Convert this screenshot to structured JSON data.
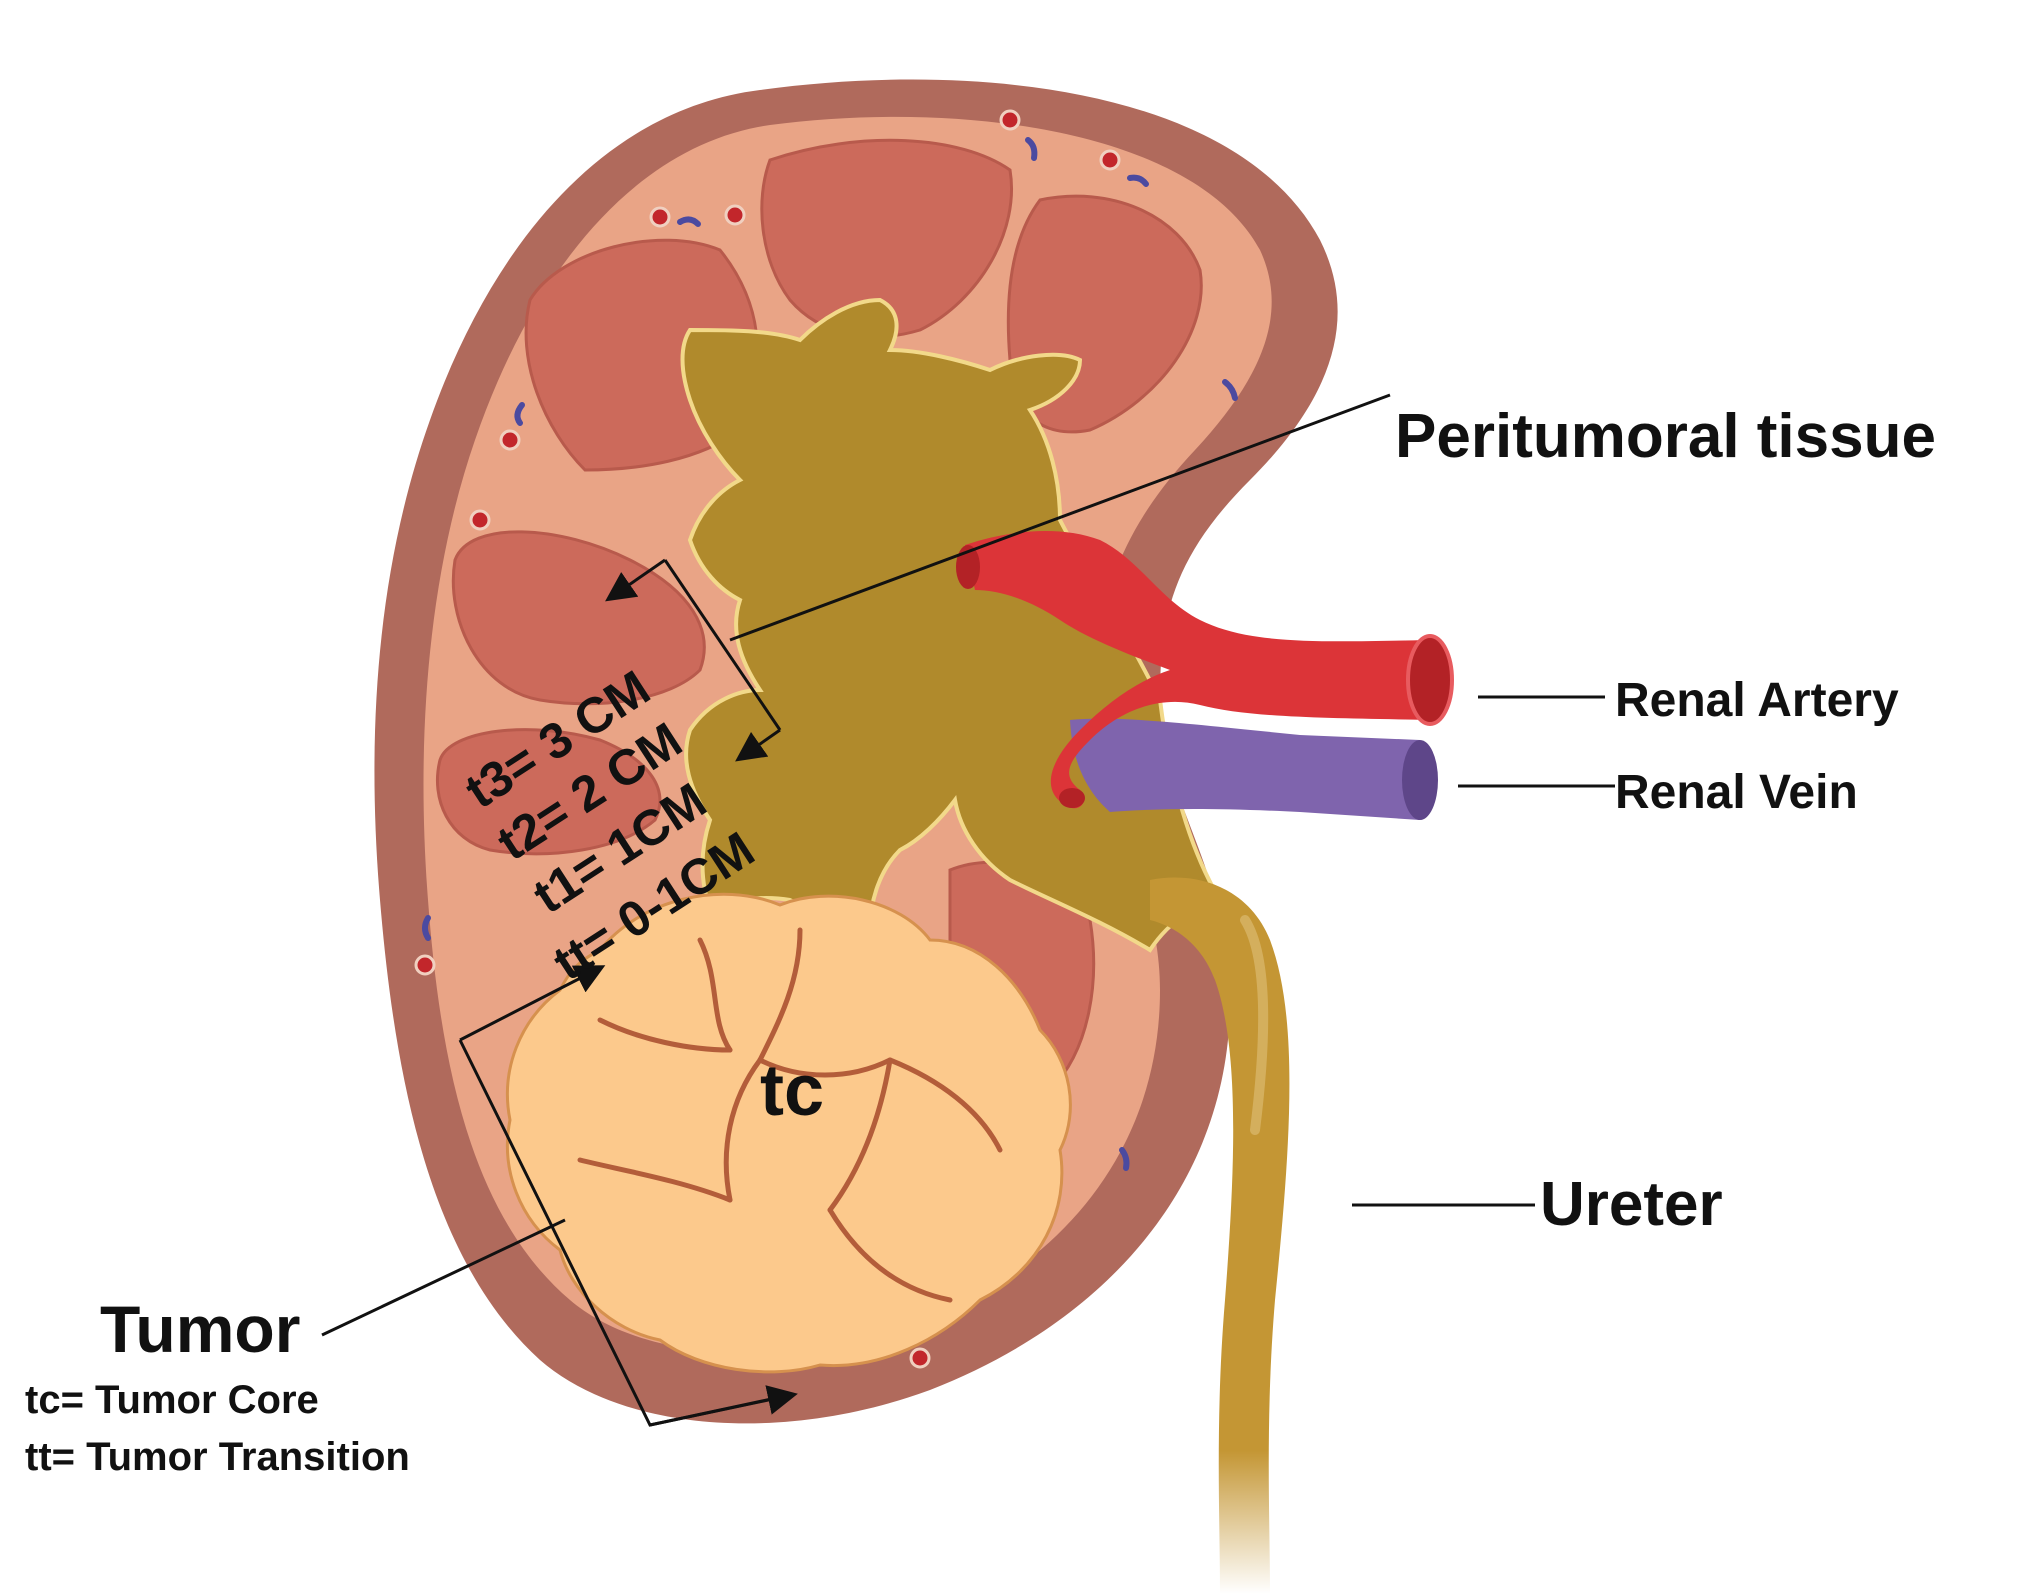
{
  "labels": {
    "peritumoral": "Peritumoral tissue",
    "renal_artery": "Renal Artery",
    "renal_vein": "Renal Vein",
    "ureter": "Ureter",
    "tumor": "Tumor",
    "tumor_core_label": "tc",
    "legend_tc": "tc= Tumor Core",
    "legend_tt": "tt= Tumor Transition"
  },
  "distance_zones": [
    {
      "label": "t3= 3 CM"
    },
    {
      "label": "t2= 2 CM"
    },
    {
      "label": "t1= 1CM"
    },
    {
      "label": "tt= 0-1CM"
    }
  ],
  "colors": {
    "capsule": "#b06a5c",
    "cortex": "#e9a486",
    "pyramid": "#cc6a5b",
    "pelvis": "#b08a2c",
    "artery": "#dc3438",
    "vein": "#7f64ad",
    "tumor": "#fcc98c",
    "ureter": "#c49634"
  }
}
